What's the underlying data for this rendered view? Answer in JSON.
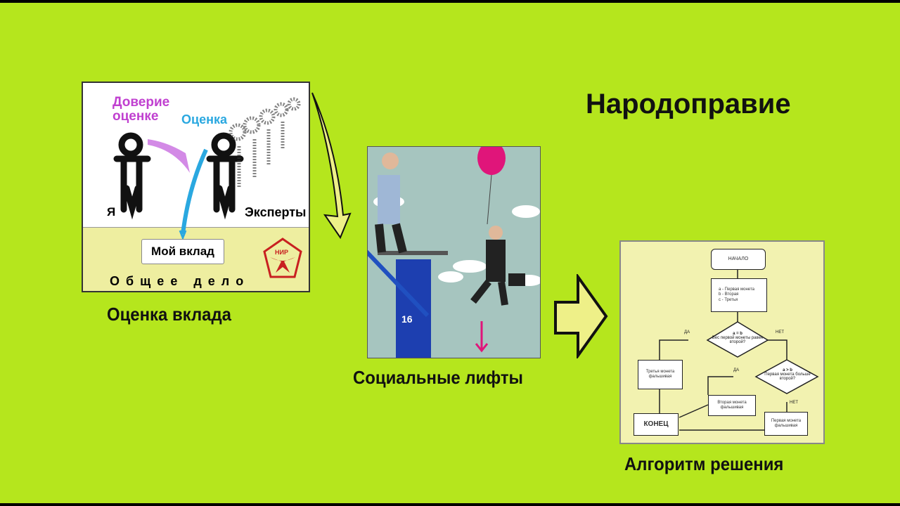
{
  "title": "Народоправие",
  "panel1": {
    "caption": "Оценка вклада",
    "trust_label": "Доверие оценке",
    "rating_label": "Оценка",
    "me_label": "Я",
    "experts_label": "Эксперты",
    "contribution_box": "Мой вклад",
    "common_cause": "О б щ е е   д е л о",
    "badge_text": "НИР"
  },
  "panel2": {
    "caption": "Социальные лифты",
    "jack_label": "16"
  },
  "panel3": {
    "caption": "Алгоритм решения",
    "start": "НАЧАЛО",
    "vars": [
      "a - Первая монета",
      "b - Вторая",
      "c - Третья"
    ],
    "cond1": {
      "expr": "a = b",
      "text": "Вес первой монеты равен второй?"
    },
    "cond2": {
      "expr": "a > b",
      "text": "Первая монета больше второй?"
    },
    "yes": "ДА",
    "no": "НЕТ",
    "third_fake": "Третья монета фальшивая",
    "second_fake": "Вторая монета фальшивая",
    "first_fake": "Первая монета фальшивая",
    "end": "КОНЕЦ"
  },
  "colors": {
    "background": "#b5e61d",
    "trust": "#c040d0",
    "rating": "#2aa8e0"
  }
}
